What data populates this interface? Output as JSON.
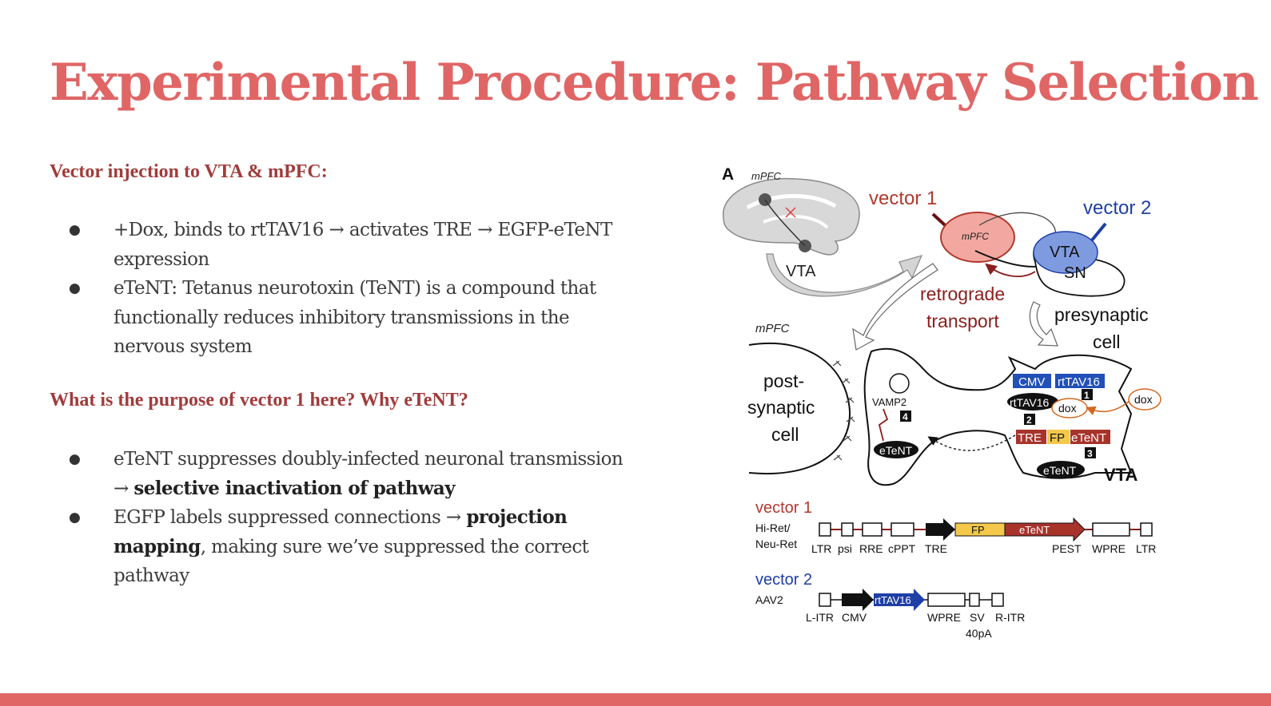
{
  "slide": {
    "title": "Experimental Procedure: Pathway Selection",
    "heading1": "Vector injection to VTA & mPFC:",
    "bullets1": [
      "+Dox, binds to rtTAV16 → activates TRE → EGFP-eTeNT expression",
      "eTeNT: Tetanus neurotoxin (TeNT) is a compound that functionally reduces inhibitory transmissions in the nervous system"
    ],
    "heading2": "What is the purpose of vector 1 here?  Why eTeNT?",
    "bullets2": [
      {
        "pre": "eTeNT suppresses doubly-infected neuronal transmission → ",
        "bold": "selective inactivation of pathway",
        "post": ""
      },
      {
        "pre": "EGFP labels suppressed connections → ",
        "bold": "projection mapping",
        "post": ", making sure we’ve suppressed the correct pathway"
      }
    ]
  },
  "figure": {
    "panel_label": "A",
    "brain_mpfc": "mPFC",
    "brain_vta": "VTA",
    "vector1": "vector 1",
    "vector2": "vector 2",
    "mpfc_oval": "mPFC",
    "vta_label": "VTA",
    "sn_label": "SN",
    "retrograde_1": "retrograde",
    "retrograde_2": "transport",
    "presyn_1": "presynaptic",
    "presyn_2": "cell",
    "mpfc_post": "mPFC",
    "postsyn_1": "post-",
    "postsyn_2": "synaptic",
    "postsyn_3": "cell",
    "vamp2": "VAMP2",
    "step1": "1",
    "step2": "2",
    "step3": "3",
    "step4": "4",
    "etent": "eTeNT",
    "cmv": "CMV",
    "rttav16": "rtTAV16",
    "dox": "dox",
    "tre": "TRE",
    "fp": "FP",
    "vta_bold": "VTA",
    "constructs": {
      "v1_title": "vector 1",
      "v1_serotype_1": "Hi-Ret/",
      "v1_serotype_2": "Neu-Ret",
      "v1_labels": [
        "LTR",
        "psi",
        "RRE",
        "cPPT",
        "TRE",
        "PEST",
        "WPRE",
        "LTR"
      ],
      "v1_fp": "FP",
      "v1_etent": "eTeNT",
      "v2_title": "vector 2",
      "v2_serotype": "AAV2",
      "v2_labels": [
        "L-ITR",
        "CMV",
        "WPRE",
        "SV",
        "R-ITR"
      ],
      "v2_sv2": "40pA",
      "v2_rttav16": "rtTAV16"
    }
  },
  "colors": {
    "title": "#e06666",
    "heading": "#a23b3b",
    "body": "#3c3c3c",
    "vector1": "#b03a2e",
    "vector2": "#1f3fa6",
    "fp_yellow": "#f3c84b",
    "tetanus_red": "#a8332b"
  }
}
